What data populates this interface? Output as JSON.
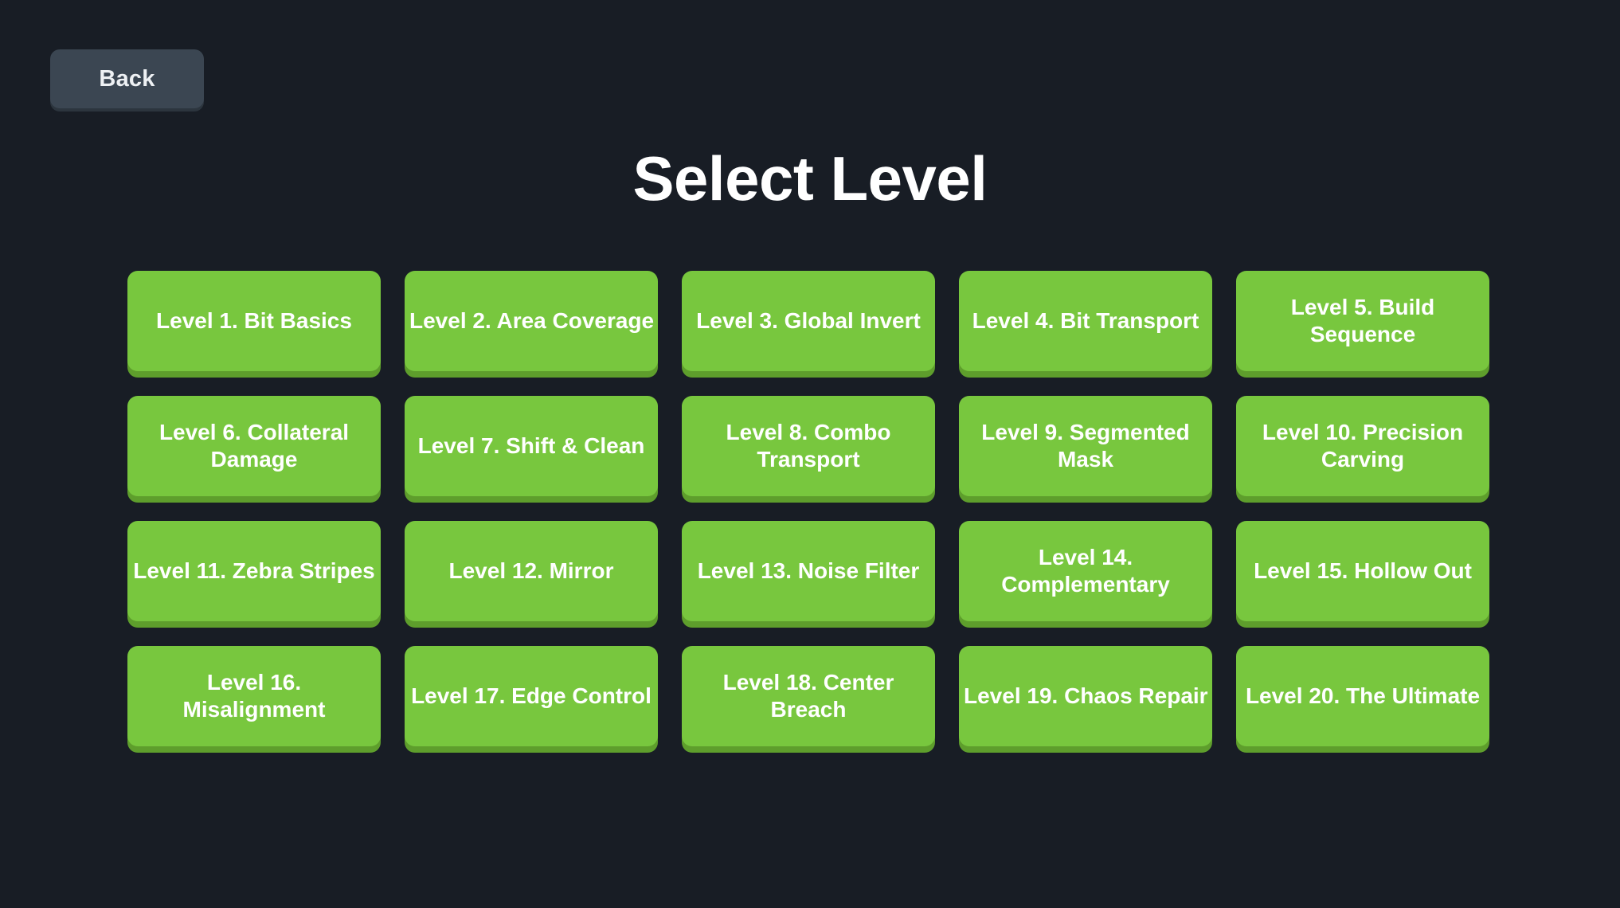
{
  "app": {
    "background_color": "#181d25"
  },
  "header": {
    "back_label": "Back",
    "back_color": "#3b4652",
    "title": "Select Level",
    "title_color": "#ffffff"
  },
  "levels": {
    "button_color": "#78c73e",
    "button_shadow_color": "#5e9e2c",
    "label_color": "#ffffff",
    "columns": 5,
    "rows": 4,
    "count": 20,
    "items": [
      {
        "label": "Level 1. Bit Basics",
        "wrap": false
      },
      {
        "label": "Level 2. Area Coverage",
        "wrap": false
      },
      {
        "label": "Level 3. Global Invert",
        "wrap": false
      },
      {
        "label": "Level 4. Bit Transport",
        "wrap": false
      },
      {
        "label": "Level 5. Build Sequence",
        "wrap": true
      },
      {
        "label": "Level 6. Collateral Damage",
        "wrap": true
      },
      {
        "label": "Level 7. Shift & Clean",
        "wrap": false
      },
      {
        "label": "Level 8. Combo Transport",
        "wrap": true
      },
      {
        "label": "Level 9. Segmented Mask",
        "wrap": true
      },
      {
        "label": "Level 10. Precision Carving",
        "wrap": true
      },
      {
        "label": "Level 11. Zebra Stripes",
        "wrap": false
      },
      {
        "label": "Level 12. Mirror",
        "wrap": false
      },
      {
        "label": "Level 13. Noise Filter",
        "wrap": false
      },
      {
        "label": "Level 14. Complementary",
        "wrap": true
      },
      {
        "label": "Level 15. Hollow Out",
        "wrap": false
      },
      {
        "label": "Level 16. Misalignment",
        "wrap": true
      },
      {
        "label": "Level 17. Edge Control",
        "wrap": false
      },
      {
        "label": "Level 18. Center Breach",
        "wrap": true
      },
      {
        "label": "Level 19. Chaos Repair",
        "wrap": false
      },
      {
        "label": "Level 20. The Ultimate",
        "wrap": false
      }
    ]
  }
}
